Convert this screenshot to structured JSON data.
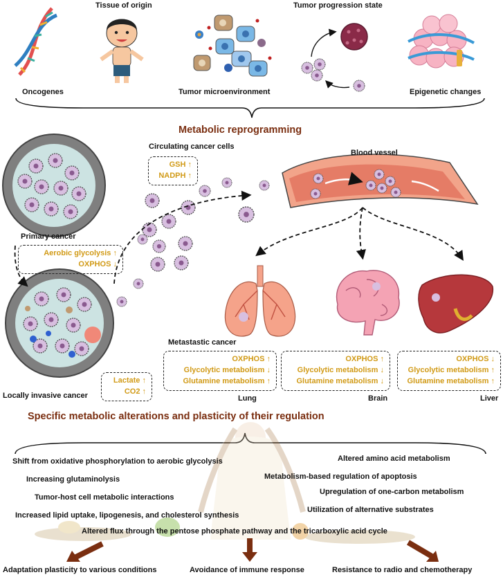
{
  "top": {
    "oncogenes": "Oncogenes",
    "tissue": "Tissue of origin",
    "microenv": "Tumor microenvironment",
    "progression": "Tumor progression state",
    "epigenetic": "Epigenetic changes"
  },
  "middle": {
    "title": "Metabolic reprogramming",
    "circulating": "Circulating cancer cells",
    "blood_vessel": "Blood vessel",
    "primary": "Primary cancer",
    "metastatic": "Metastastic cancer",
    "local": "Locally invasive cancer",
    "boxes": {
      "circ": [
        {
          "label": "GSH",
          "arrow": "↑"
        },
        {
          "label": "NADPH",
          "arrow": "↑"
        }
      ],
      "primary": [
        {
          "label": "Aerobic glycolysis",
          "arrow": "↑"
        },
        {
          "label": "OXPHOS",
          "arrow": "↓"
        }
      ],
      "local": [
        {
          "label": "Lactate",
          "arrow": "↑"
        },
        {
          "label": "CO2",
          "arrow": "↑"
        }
      ],
      "lung": [
        {
          "label": "OXPHOS",
          "arrow": "↑"
        },
        {
          "label": "Glycolytic metabolism",
          "arrow": "↓"
        },
        {
          "label": "Glutamine metabolism",
          "arrow": "↑"
        }
      ],
      "brain": [
        {
          "label": "OXPHOS",
          "arrow": "↑"
        },
        {
          "label": "Glycolytic metabolism",
          "arrow": "↓"
        },
        {
          "label": "Glutamine metabolism",
          "arrow": "↓"
        }
      ],
      "liver": [
        {
          "label": "OXPHOS",
          "arrow": "↓"
        },
        {
          "label": "Glycolytic metabolism",
          "arrow": "↑"
        },
        {
          "label": "Glutamine metabolism",
          "arrow": "↑"
        }
      ]
    },
    "organs": {
      "lung": "Lung",
      "brain": "Brain",
      "liver": "Liver"
    }
  },
  "bottom": {
    "title": "Specific metabolic alterations and plasticity of their regulation",
    "items": [
      "Shift from oxidative phosphorylation to aerobic glycolysis",
      "Increasing glutaminolysis",
      "Tumor-host cell metabolic interactions",
      "Increased lipid uptake, lipogenesis, and cholesterol synthesis",
      "Altered amino acid metabolism",
      "Metabolism-based regulation of apoptosis",
      "Upregulation of one-carbon metabolism",
      "Utilization of alternative substrates",
      "Altered flux through the pentose phosphate pathway and the tricarboxylic acid cycle"
    ],
    "outcomes": [
      "Adaptation plasticity to various conditions",
      "Avoidance of immune response",
      "Resistance to radio and chemotherapy"
    ]
  },
  "colors": {
    "title": "#7a2e10",
    "gold": "#d19a16",
    "cell": "#d8bfe0",
    "cell_nucleus": "#8a5a8f",
    "vessel": "#f2a48a",
    "lung": "#f5a38a",
    "brain": "#f4a3b4",
    "liver": "#b6383c"
  }
}
